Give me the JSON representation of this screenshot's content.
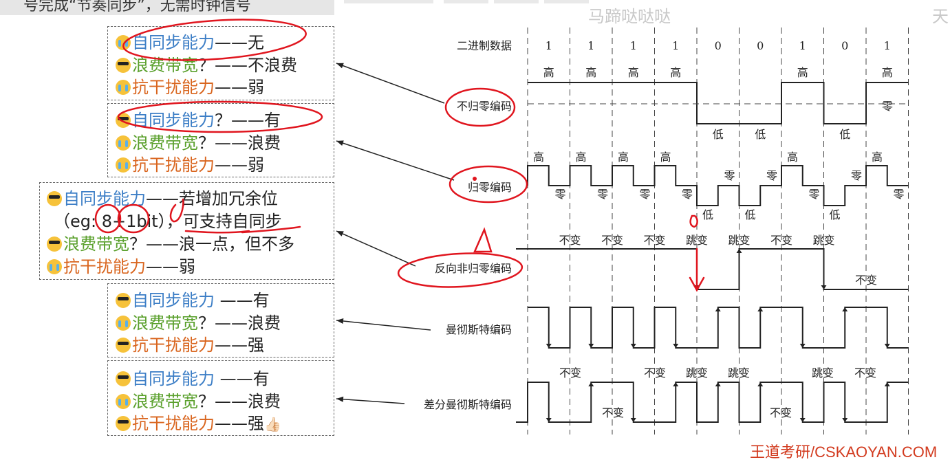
{
  "header": {
    "partial_text": "号完成“节奏同步”，无需时钟信号",
    "watermark_left": "马蹄哒哒哒",
    "watermark_right": "天",
    "footer": "王道考研/CSKAOYAN.COM"
  },
  "colors": {
    "blue": "#3c7ec6",
    "green": "#5aa02c",
    "orange": "#d9651e",
    "annotation": "#e0151e"
  },
  "boxes": [
    {
      "lines": [
        {
          "icon": "crying-emoji",
          "label": "自同步能力",
          "rest": "——无",
          "color": "blue"
        },
        {
          "icon": "cool-emoji",
          "label": "浪费带宽",
          "rest": "？——不浪费",
          "color": "green"
        },
        {
          "icon": "crying-emoji",
          "label": "抗干扰能力",
          "rest": "——弱",
          "color": "orange"
        }
      ]
    },
    {
      "lines": [
        {
          "icon": "cool-emoji",
          "label": "自同步能力",
          "rest": "？——有",
          "color": "blue"
        },
        {
          "icon": "crying-emoji",
          "label": "浪费带宽",
          "rest": "？——浪费",
          "color": "green"
        },
        {
          "icon": "crying-emoji",
          "label": "抗干扰能力",
          "rest": "——弱",
          "color": "orange"
        }
      ]
    },
    {
      "lines": [
        {
          "icon": "cool-emoji",
          "label": "自同步能力",
          "rest": "——若增加冗余位",
          "color": "blue"
        },
        {
          "icon": "",
          "label": "",
          "rest": "（eg: 8+1bit），可支持自同步",
          "color": "blue"
        },
        {
          "icon": "cool-emoji",
          "label": "浪费带宽",
          "rest": "？——浪一点，但不多",
          "color": "green"
        },
        {
          "icon": "crying-emoji",
          "label": "抗干扰能力",
          "rest": "——弱",
          "color": "orange"
        }
      ]
    },
    {
      "lines": [
        {
          "icon": "cool-emoji",
          "label": "自同步能力",
          "rest": " ——有",
          "color": "blue"
        },
        {
          "icon": "crying-emoji",
          "label": "浪费带宽",
          "rest": "？——浪费",
          "color": "green"
        },
        {
          "icon": "cool-emoji",
          "label": "抗干扰能力",
          "rest": "——强",
          "color": "orange"
        }
      ]
    },
    {
      "lines": [
        {
          "icon": "cool-emoji",
          "label": "自同步能力",
          "rest": " ——有",
          "color": "blue"
        },
        {
          "icon": "crying-emoji",
          "label": "浪费带宽",
          "rest": "？——浪费",
          "color": "green"
        },
        {
          "icon": "cool-emoji",
          "label": "抗干扰能力",
          "rest": "——强",
          "color": "orange",
          "suffix": "👍🏻"
        }
      ]
    }
  ],
  "diagram": {
    "row_labels": [
      "二进制数据",
      "不归零编码",
      "归零编码",
      "反向非归零编码",
      "曼彻斯特编码",
      "差分曼彻斯特编码"
    ],
    "bits": [
      "1",
      "1",
      "1",
      "1",
      "0",
      "0",
      "1",
      "0",
      "1"
    ],
    "nrz_level_labels": [
      "高",
      "高",
      "高",
      "高",
      "低",
      "低",
      "高",
      "低",
      "高"
    ],
    "nrz_zero_label": "零",
    "rz_high_label": "高",
    "rz_low_label": "低",
    "rz_zero_label": "零",
    "nrzi_labels": [
      "不变",
      "不变",
      "不变",
      "跳变",
      "跳变",
      "不变",
      "跳变",
      "不变"
    ],
    "diff_manchester_labels": [
      "不变",
      "不变",
      "不变",
      "跳变",
      "跳变",
      "不变",
      "跳变",
      "不变"
    ]
  }
}
